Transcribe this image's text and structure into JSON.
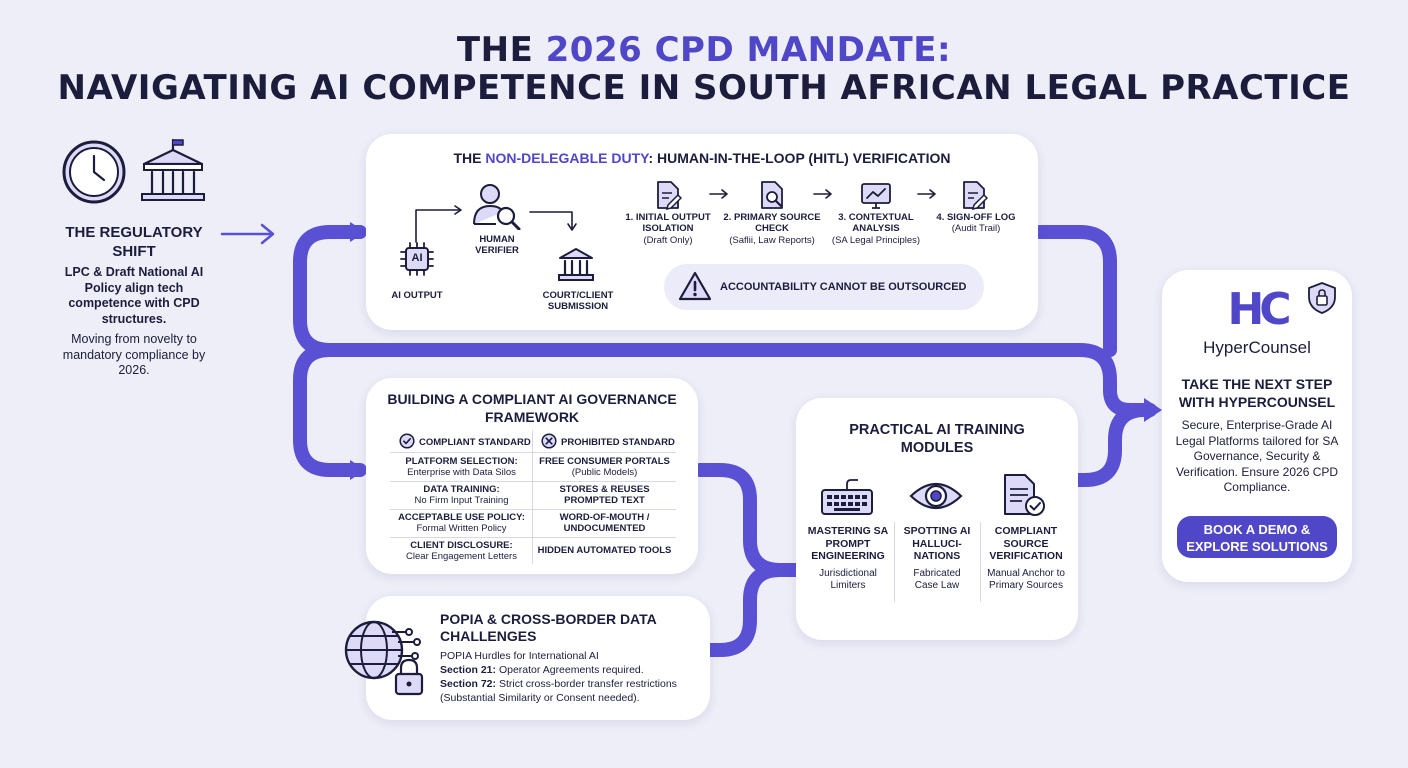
{
  "header": {
    "line1_a": "THE ",
    "line1_b": "2026 CPD MANDATE:",
    "line2": "NAVIGATING AI COMPETENCE IN SOUTH AFRICAN LEGAL PRACTICE"
  },
  "regulatory": {
    "heading": "THE REGULATORY SHIFT",
    "bold_text": "LPC & Draft National AI Policy align tech competence with CPD structures.",
    "text": "Moving from novelty to mandatory compliance by 2026."
  },
  "hitl": {
    "title_a": "THE ",
    "title_b": "NON-DELEGABLE DUTY",
    "title_c": ": HUMAN-IN-THE-LOOP (HITL) VERIFICATION",
    "ai_chip_label": "AI",
    "ai_output": "AI OUTPUT",
    "human_verifier": "HUMAN VERIFIER",
    "court_client": "COURT/CLIENT SUBMISSION",
    "steps": [
      {
        "title": "1. INITIAL OUTPUT ISOLATION",
        "sub": "(Draft Only)"
      },
      {
        "title": "2. PRIMARY SOURCE CHECK",
        "sub": "(Saflii, Law Reports)"
      },
      {
        "title": "3. CONTEXTUAL ANALYSIS",
        "sub": "(SA Legal Principles)"
      },
      {
        "title": "4. SIGN-OFF LOG",
        "sub": "(Audit Trail)"
      }
    ],
    "warning": "ACCOUNTABILITY CANNOT BE OUTSOURCED"
  },
  "governance": {
    "title": "BUILDING A COMPLIANT AI GOVERNANCE FRAMEWORK",
    "col_compliant": "COMPLIANT STANDARD",
    "col_prohibited": "PROHIBITED STANDARD",
    "rows": [
      {
        "label": "PLATFORM SELECTION:",
        "compliant": "Enterprise with Data Silos",
        "prohibited": "FREE CONSUMER PORTALS",
        "prohibited_sub": "(Public Models)"
      },
      {
        "label": "DATA TRAINING:",
        "compliant": "No Firm Input Training",
        "prohibited": "STORES & REUSES PROMPTED TEXT",
        "prohibited_sub": ""
      },
      {
        "label": "ACCEPTABLE USE POLICY:",
        "compliant": "Formal Written Policy",
        "prohibited": "WORD-OF-MOUTH / UNDOCUMENTED",
        "prohibited_sub": ""
      },
      {
        "label": "CLIENT DISCLOSURE:",
        "compliant": "Clear Engagement Letters",
        "prohibited": "HIDDEN AUTOMATED TOOLS",
        "prohibited_sub": ""
      }
    ]
  },
  "popia": {
    "title": "POPIA & CROSS-BORDER DATA CHALLENGES",
    "intro": "POPIA Hurdles for International AI",
    "s21_label": "Section 21:",
    "s21_text": " Operator Agreements required.",
    "s72_label": "Section 72:",
    "s72_text": " Strict cross-border transfer restrictions (Substantial Similarity or Consent needed)."
  },
  "training": {
    "title": "PRACTICAL AI TRAINING MODULES",
    "modules": [
      {
        "title": "MASTERING SA PROMPT ENGINEERING",
        "sub": "Jurisdictional Limiters"
      },
      {
        "title": "SPOTTING AI HALLUCI-NATIONS",
        "sub": "Fabricated Case Law"
      },
      {
        "title": "COMPLIANT SOURCE VERIFICATION",
        "sub": "Manual Anchor to Primary Sources"
      }
    ]
  },
  "cta": {
    "logo_mark": "HC",
    "brand": "HyperCounsel",
    "heading": "TAKE THE NEXT STEP WITH HYPERCOUNSEL",
    "text": "Secure, Enterprise-Grade AI Legal Platforms tailored for SA Governance, Security & Verification. Ensure 2026 CPD Compliance.",
    "button": "BOOK A DEMO & EXPLORE SOLUTIONS"
  },
  "colors": {
    "accent": "#4f46c8",
    "dark": "#1c1d3c",
    "background": "#eeeef8"
  }
}
